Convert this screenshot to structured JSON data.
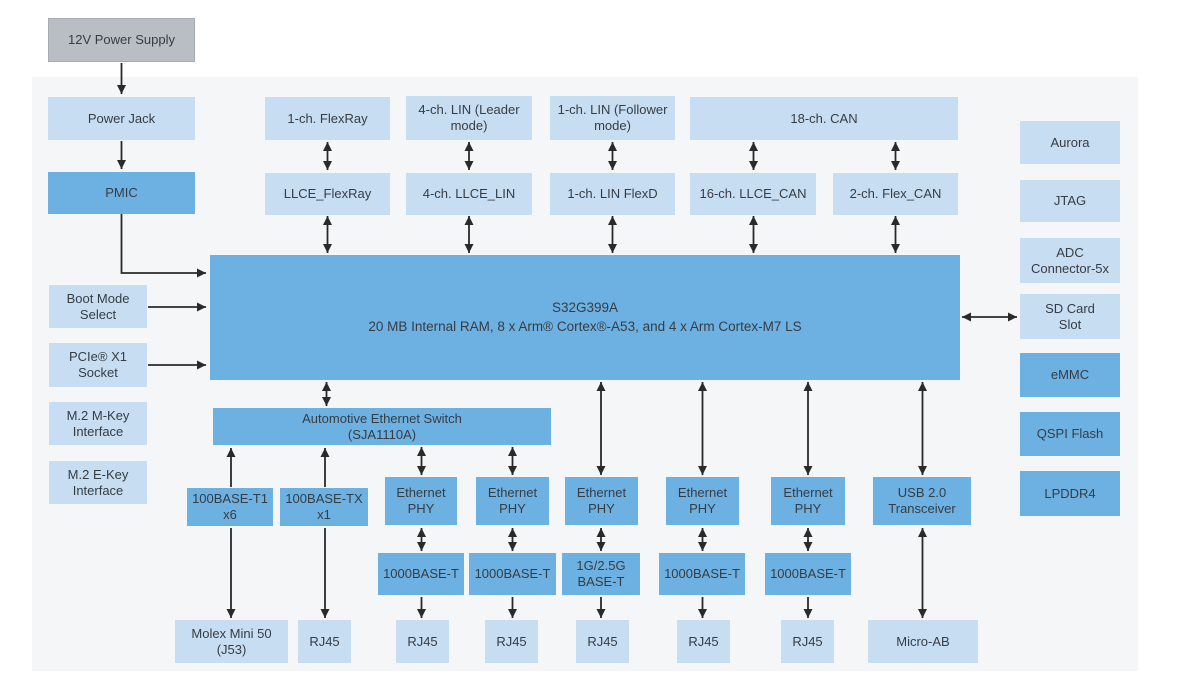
{
  "colors": {
    "box_light": "#c7def2",
    "box_medium": "#6db1e3",
    "box_gray": "#b9bec4",
    "panel": "#f4f6f8",
    "arrow": "#2a2a2a"
  },
  "power_chain": {
    "supply": "12V Power Supply",
    "jack": "Power Jack",
    "pmic": "PMIC"
  },
  "left_column": {
    "boot_mode": "Boot Mode Select",
    "pcie": "PCIe® X1 Socket",
    "m2_m_key": "M.2 M-Key Interface",
    "m2_e_key": "M.2 E-Key Interface"
  },
  "comm_top_row": {
    "flexray": "1-ch. FlexRay",
    "lin_leader": "4-ch. LIN (Leader mode)",
    "lin_follower": "1-ch. LIN (Follower mode)",
    "can": "18-ch. CAN"
  },
  "comm_llce_row": {
    "llce_flexray": "LLCE_FlexRay",
    "llce_lin": "4-ch. LLCE_LIN",
    "lin_flexd": "1-ch. LIN FlexD",
    "llce_can": "16-ch. LLCE_CAN",
    "flex_can": "2-ch. Flex_CAN"
  },
  "soc": {
    "title": "S32G399A",
    "subtitle": "20 MB Internal RAM, 8 x Arm® Cortex®-A53, and 4 x Arm Cortex-M7 LS"
  },
  "ethernet": {
    "switch_name": "Automotive Ethernet Switch",
    "switch_part": "(SJA1110A)",
    "base_t1": "100BASE-T1 x6",
    "base_tx": "100BASE-TX x1",
    "phys": [
      "Ethernet PHY",
      "Ethernet PHY",
      "Ethernet PHY",
      "Ethernet PHY",
      "Ethernet PHY"
    ],
    "speeds": [
      "1000BASE-T",
      "1000BASE-T",
      "1G/2.5G BASE-T",
      "1000BASE-T",
      "1000BASE-T"
    ]
  },
  "usb": {
    "transceiver": "USB 2.0 Transceiver",
    "connector": "Micro-AB"
  },
  "bottom_connectors": {
    "molex": "Molex Mini 50 (J53)",
    "rj45": [
      "RJ45",
      "RJ45",
      "RJ45",
      "RJ45",
      "RJ45",
      "RJ45"
    ]
  },
  "right_column": {
    "aurora": "Aurora",
    "jtag": "JTAG",
    "adc": "ADC Connector-5x",
    "sd_card": "SD Card Slot",
    "emmc": "eMMC",
    "qspi": "QSPI Flash",
    "lpddr4": "LPDDR4"
  }
}
